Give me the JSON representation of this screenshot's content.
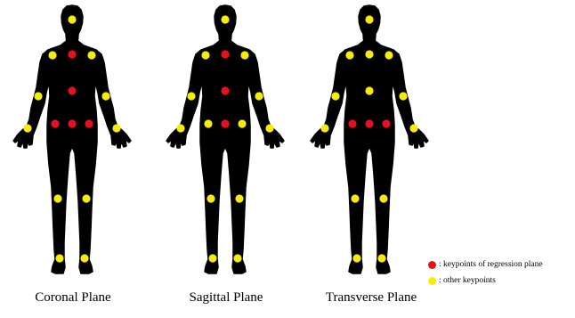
{
  "colors": {
    "body": "#000000",
    "regression_keypoint": "#e8101e",
    "other_keypoint": "#f5ee00"
  },
  "planes": [
    {
      "label": "Coronal Plane",
      "keypoints": [
        {
          "part": "head",
          "type": "other"
        },
        {
          "part": "neck",
          "type": "regression"
        },
        {
          "part": "left-shoulder",
          "type": "other"
        },
        {
          "part": "right-shoulder",
          "type": "other"
        },
        {
          "part": "spine",
          "type": "regression"
        },
        {
          "part": "left-elbow",
          "type": "other"
        },
        {
          "part": "right-elbow",
          "type": "other"
        },
        {
          "part": "left-hip",
          "type": "regression"
        },
        {
          "part": "pelvis",
          "type": "regression"
        },
        {
          "part": "right-hip",
          "type": "regression"
        },
        {
          "part": "left-wrist",
          "type": "other"
        },
        {
          "part": "right-wrist",
          "type": "other"
        },
        {
          "part": "left-knee",
          "type": "other"
        },
        {
          "part": "right-knee",
          "type": "other"
        },
        {
          "part": "left-ankle",
          "type": "other"
        },
        {
          "part": "right-ankle",
          "type": "other"
        }
      ]
    },
    {
      "label": "Sagittal Plane",
      "keypoints": [
        {
          "part": "head",
          "type": "other"
        },
        {
          "part": "neck",
          "type": "regression"
        },
        {
          "part": "left-shoulder",
          "type": "other"
        },
        {
          "part": "right-shoulder",
          "type": "other"
        },
        {
          "part": "spine",
          "type": "regression"
        },
        {
          "part": "left-elbow",
          "type": "other"
        },
        {
          "part": "right-elbow",
          "type": "other"
        },
        {
          "part": "left-hip",
          "type": "other"
        },
        {
          "part": "pelvis",
          "type": "regression"
        },
        {
          "part": "right-hip",
          "type": "other"
        },
        {
          "part": "left-wrist",
          "type": "other"
        },
        {
          "part": "right-wrist",
          "type": "other"
        },
        {
          "part": "left-knee",
          "type": "other"
        },
        {
          "part": "right-knee",
          "type": "other"
        },
        {
          "part": "left-ankle",
          "type": "other"
        },
        {
          "part": "right-ankle",
          "type": "other"
        }
      ]
    },
    {
      "label": "Transverse Plane",
      "keypoints": [
        {
          "part": "head",
          "type": "other"
        },
        {
          "part": "neck",
          "type": "other"
        },
        {
          "part": "left-shoulder",
          "type": "other"
        },
        {
          "part": "right-shoulder",
          "type": "other"
        },
        {
          "part": "spine",
          "type": "other"
        },
        {
          "part": "left-elbow",
          "type": "other"
        },
        {
          "part": "right-elbow",
          "type": "other"
        },
        {
          "part": "left-hip",
          "type": "regression"
        },
        {
          "part": "pelvis",
          "type": "regression"
        },
        {
          "part": "right-hip",
          "type": "regression"
        },
        {
          "part": "left-wrist",
          "type": "other"
        },
        {
          "part": "right-wrist",
          "type": "other"
        },
        {
          "part": "left-knee",
          "type": "other"
        },
        {
          "part": "right-knee",
          "type": "other"
        },
        {
          "part": "left-ankle",
          "type": "other"
        },
        {
          "part": "right-ankle",
          "type": "other"
        }
      ]
    }
  ],
  "legend": {
    "regression_label": ": keypoints of regression plane",
    "other_label": ": other keypoints"
  }
}
